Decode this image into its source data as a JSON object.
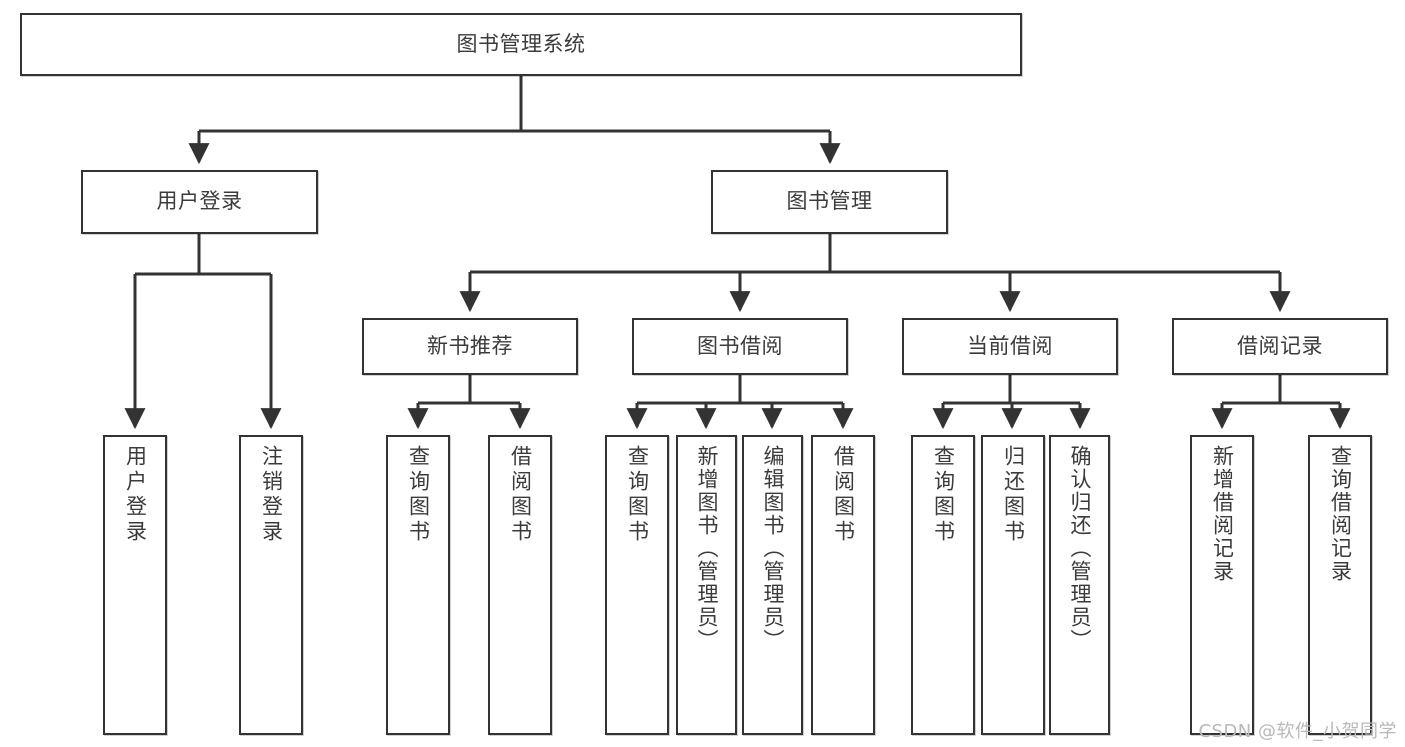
{
  "diagram": {
    "title": "图书管理系统",
    "watermark": "CSDN @软件_小贺同学",
    "colors": {
      "box_border": "#333333",
      "box_fill": "#ffffff",
      "edge": "#333333",
      "text": "#3b3b3b",
      "watermark": "#b9b9b9",
      "background": "#ffffff"
    },
    "nodes": {
      "root": {
        "label": "图书管理系统"
      },
      "level2": [
        {
          "id": "user-login",
          "label": "用户登录"
        },
        {
          "id": "book-management",
          "label": "图书管理"
        }
      ],
      "level3": [
        {
          "id": "new-book-recommend",
          "label": "新书推荐"
        },
        {
          "id": "book-borrow",
          "label": "图书借阅"
        },
        {
          "id": "current-borrow",
          "label": "当前借阅"
        },
        {
          "id": "borrow-record",
          "label": "借阅记录"
        }
      ],
      "leaves": {
        "user-login": [
          {
            "id": "leaf-user-login",
            "label": "用户登录"
          },
          {
            "id": "leaf-logout-login",
            "label": "注销登录"
          }
        ],
        "new-book-recommend": [
          {
            "id": "leaf-query-book-1",
            "label": "查询图书"
          },
          {
            "id": "leaf-borrow-book-1",
            "label": "借阅图书"
          }
        ],
        "book-borrow": [
          {
            "id": "leaf-query-book-2",
            "label": "查询图书"
          },
          {
            "id": "leaf-add-book",
            "label": "新增图书（管理员）"
          },
          {
            "id": "leaf-edit-book",
            "label": "编辑图书（管理员）"
          },
          {
            "id": "leaf-borrow-book-2",
            "label": "借阅图书"
          }
        ],
        "current-borrow": [
          {
            "id": "leaf-query-book-3",
            "label": "查询图书"
          },
          {
            "id": "leaf-return-book",
            "label": "归还图书"
          },
          {
            "id": "leaf-confirm-return",
            "label": "确认归还（管理员）"
          }
        ],
        "borrow-record": [
          {
            "id": "leaf-add-borrow-record",
            "label": "新增借阅记录"
          },
          {
            "id": "leaf-query-borrow-record",
            "label": "查询借阅记录"
          }
        ]
      }
    }
  }
}
